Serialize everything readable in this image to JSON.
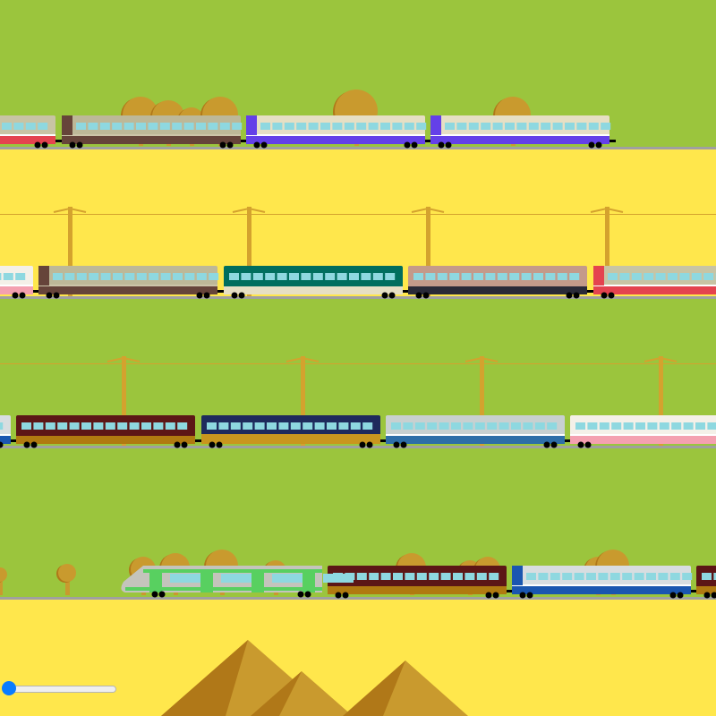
{
  "scene": {
    "sky_green": "#9bc53d",
    "sand_yellow": "#ffe74c",
    "rail_gray": "#a0a0a0",
    "tree_color": "#c99a2e",
    "tree_shadow": "#b07818",
    "pole_color": "#d4a22e",
    "window_color": "#8ed8e0",
    "pyramid_light": "#c99a2e",
    "pyramid_dark": "#b07818"
  },
  "trains": [
    {
      "row": 1,
      "cars": [
        {
          "upper": "#c8c4a4",
          "lower": "#e4434f",
          "stripe": "#ffffff",
          "cab": null
        },
        {
          "upper": "#bdb898",
          "lower": "#66443a",
          "stripe": "#ccc4a8",
          "cab": "#66443a"
        },
        {
          "upper": "#e6dfc4",
          "lower": "#6440e8",
          "stripe": "#ffffff",
          "cab": "#6440e8"
        },
        {
          "upper": "#e6dfc4",
          "lower": "#6440e8",
          "stripe": "#ffffff",
          "cab": "#6440e8"
        }
      ]
    },
    {
      "row": 2,
      "cars": [
        {
          "upper": "#f4f0e8",
          "lower": "#f4a0b0",
          "stripe": "#ffffff",
          "cab": null
        },
        {
          "upper": "#bdb898",
          "lower": "#66443a",
          "stripe": "#ccc4a8",
          "cab": "#66443a"
        },
        {
          "upper": "#006e5e",
          "lower": "#e6dfc4",
          "stripe": "#006e5e",
          "cab": null
        },
        {
          "upper": "#c49a8a",
          "lower": "#2a2a38",
          "stripe": "#c49a8a",
          "cab": null
        },
        {
          "upper": "#c8c4a4",
          "lower": "#e4434f",
          "stripe": "#ffffff",
          "cab": "#e4434f"
        }
      ]
    },
    {
      "row": 3,
      "cars": [
        {
          "upper": "#d8dde0",
          "lower": "#1a56b0",
          "stripe": "#ffffff",
          "cab": null
        },
        {
          "upper": "#5c1616",
          "lower": "#b07a10",
          "stripe": "#5c1616",
          "cab": null
        },
        {
          "upper": "#1e2a5c",
          "lower": "#c9961e",
          "stripe": "#c9961e",
          "cab": null
        },
        {
          "upper": "#c8d0d0",
          "lower": "#2e6ea8",
          "stripe": "#ffffff",
          "cab": null
        },
        {
          "upper": "#f4f0e8",
          "lower": "#f4a0b0",
          "stripe": "#ffffff",
          "cab": null
        }
      ]
    },
    {
      "row": 4,
      "cars": [
        {
          "upper": "#5c1616",
          "lower": "#b07a10",
          "stripe": "#5c1616",
          "cab": null
        },
        {
          "upper": "#d8dde0",
          "lower": "#1a56b0",
          "stripe": "#ffffff",
          "cab": "#1a56b0"
        },
        {
          "upper": "#5c1616",
          "lower": "#b07a10",
          "stripe": "#5c1616",
          "cab": null
        }
      ],
      "hst": {
        "body": "#c4c4bc",
        "accent": "#58d060"
      }
    }
  ],
  "speed_slider": {
    "value": 0,
    "min": 0,
    "max": 100
  }
}
